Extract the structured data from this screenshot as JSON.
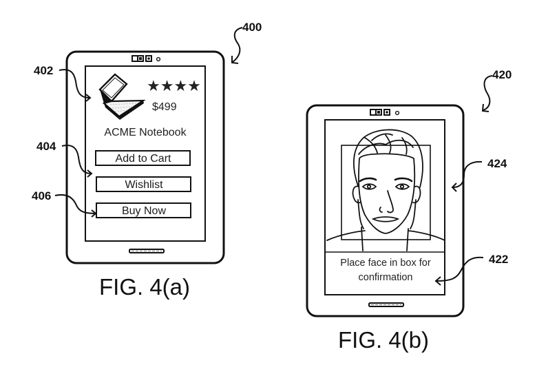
{
  "figures": [
    {
      "id": "fig-4a",
      "caption": "FIG. 4(a)",
      "device_ref": "400",
      "product": {
        "rating_stars": "★★★★",
        "rating": 4,
        "price": "$499",
        "name": "ACME Notebook",
        "image_icon": "laptop-icon"
      },
      "buttons": [
        {
          "label": "Add to Cart"
        },
        {
          "label": "Wishlist"
        },
        {
          "label": "Buy Now"
        }
      ],
      "callouts": [
        {
          "ref": "402",
          "target": "product-image"
        },
        {
          "ref": "404",
          "target": "wishlist-button"
        },
        {
          "ref": "406",
          "target": "buy-now-button"
        }
      ]
    },
    {
      "id": "fig-4b",
      "caption": "FIG. 4(b)",
      "device_ref": "420",
      "face_capture": {
        "icon": "face-icon",
        "instruction": [
          "Place face in box for",
          "confirmation"
        ]
      },
      "callouts": [
        {
          "ref": "424",
          "target": "device-frame"
        },
        {
          "ref": "422",
          "target": "instruction-panel"
        }
      ]
    }
  ]
}
